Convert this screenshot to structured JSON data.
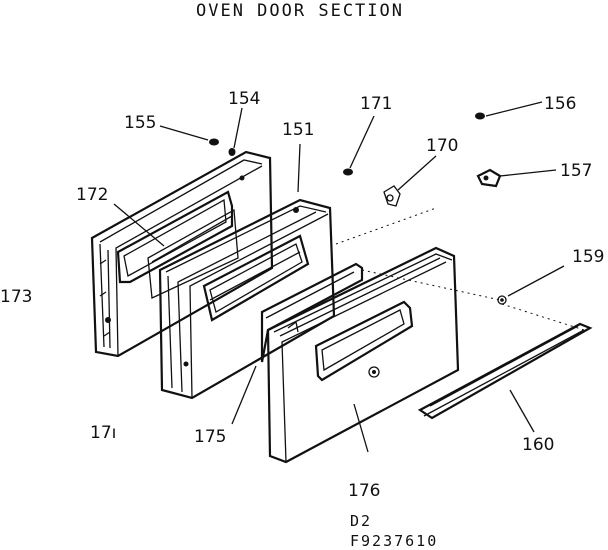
{
  "title": "OVEN DOOR SECTION",
  "labels": {
    "p154": "154",
    "p155": "155",
    "p171": "171",
    "p156": "156",
    "p151": "151",
    "p170": "170",
    "p172": "172",
    "p157": "157",
    "p159": "159",
    "p173": "173",
    "p175": "175",
    "p160": "160",
    "p176": "176",
    "p174": "17ı"
  },
  "codes": {
    "line1": "D2",
    "line2": "F9237610"
  }
}
